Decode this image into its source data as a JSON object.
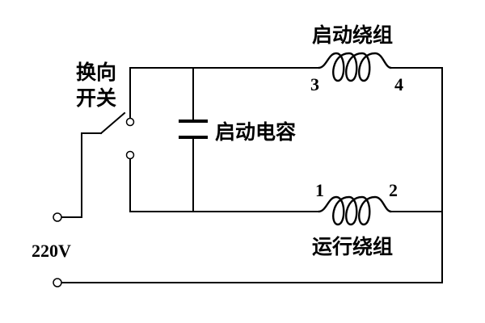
{
  "labels": {
    "start_winding": "启动绕组",
    "run_winding": "运行绕组",
    "start_capacitor": "启动电容",
    "reversing_switch_line1": "换向",
    "reversing_switch_line2": "开关",
    "supply_voltage": "220V"
  },
  "terminals": {
    "start_winding_left": "3",
    "start_winding_right": "4",
    "run_winding_left": "1",
    "run_winding_right": "2"
  },
  "colors": {
    "line": "#000000",
    "background": "#ffffff"
  }
}
